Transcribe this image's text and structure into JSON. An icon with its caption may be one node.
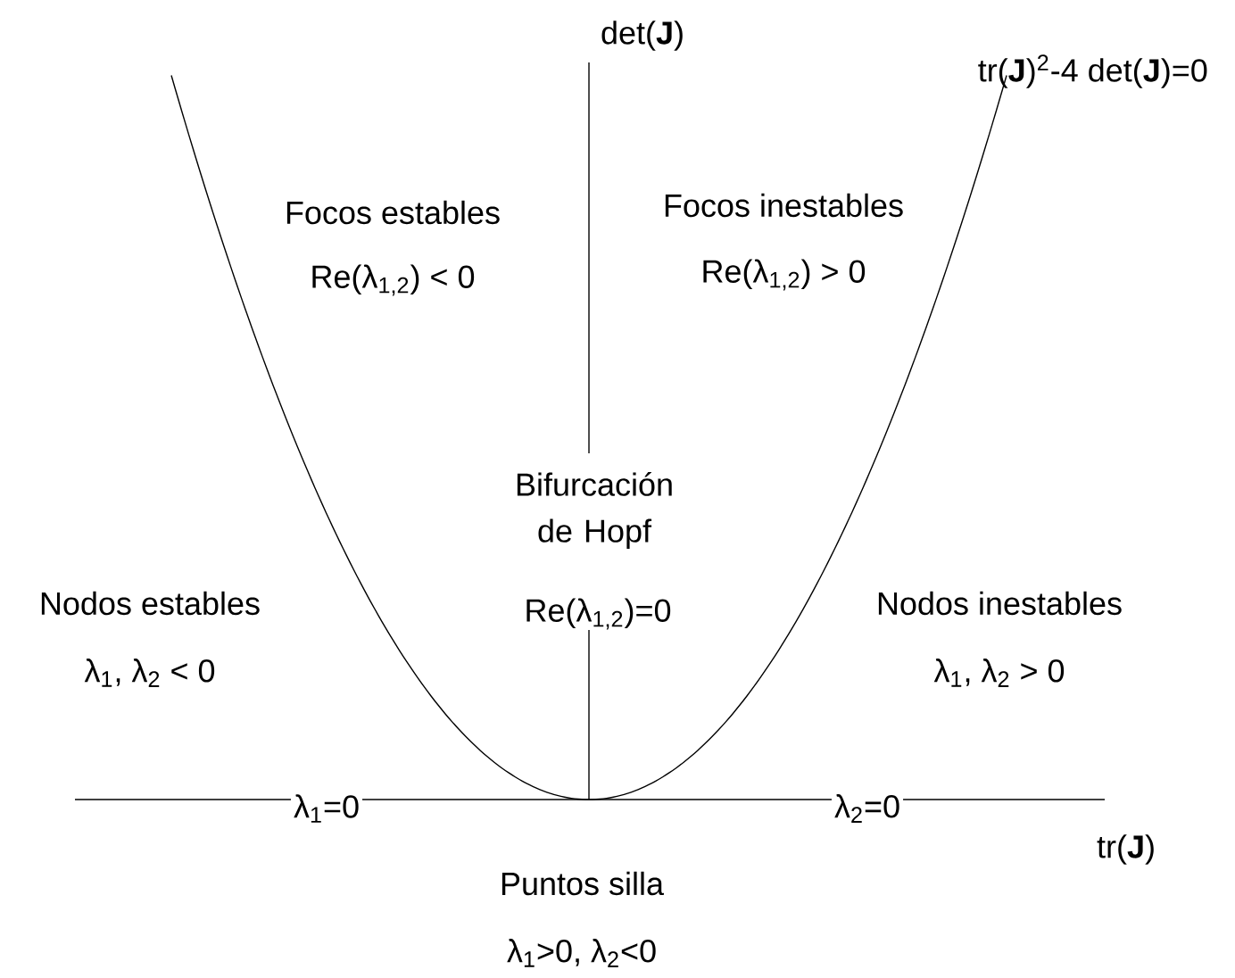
{
  "diagram": {
    "labels": [
      "det(**J**)",
      "tr(**J**)$^{2}$-4 det(**J**)=0",
      "Focos estables",
      "Re(λ$_{1,2}$) < 0",
      "Focos inestables",
      "Re(λ$_{1,2}$) > 0",
      "Bifurcación de Hopf",
      "Re(λ$_{1,2}$)=0",
      "Nodos estables",
      "λ$_{1}$, λ$_{2}$ < 0",
      "Nodos inestables",
      "λ$_{1}$, λ$_{2}$ > 0",
      "λ$_{1}$=0",
      "λ$_{2}$=0",
      "tr(**J**)",
      "Puntos silla",
      "λ$_{1}$>0,  λ$_{2}$<0"
    ]
  }
}
